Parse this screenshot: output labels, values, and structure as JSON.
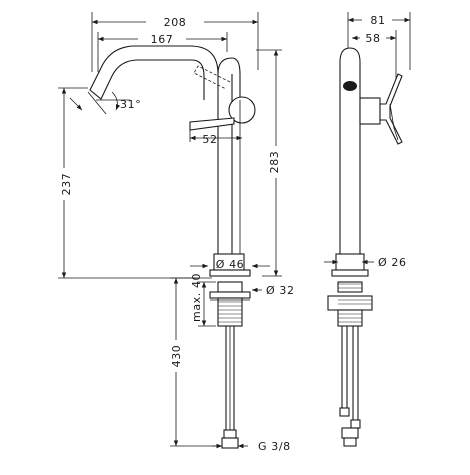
{
  "front_view": {
    "dim_208": "208",
    "dim_167": "167",
    "dim_52": "52",
    "dim_283": "283",
    "dim_237": "237",
    "angle_31": "31°",
    "dia_46": "Ø 46",
    "dia_32": "Ø 32",
    "dim_430": "430",
    "max_40": "max. 40",
    "thread_g38": "G 3/8"
  },
  "side_view": {
    "dim_81": "81",
    "dim_58": "58",
    "dia_26": "Ø 26"
  }
}
